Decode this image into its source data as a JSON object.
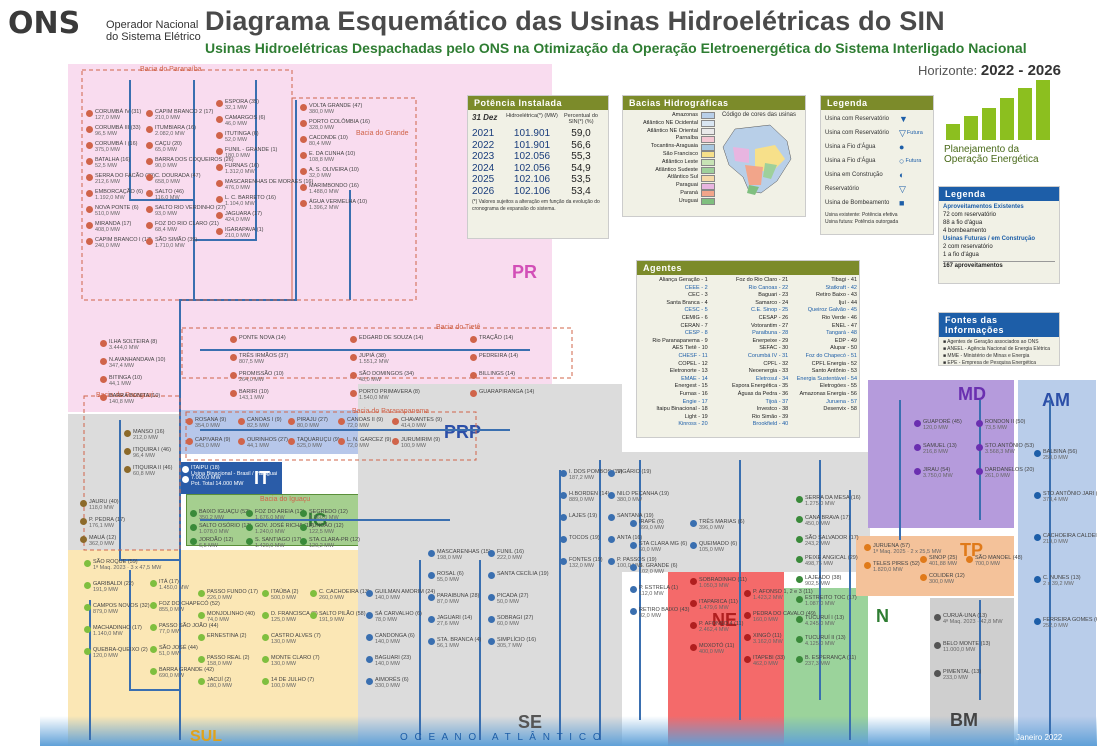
{
  "header": {
    "logo": "ONS",
    "org_line1": "Operador Nacional",
    "org_line2": "do Sistema Elétrico",
    "title": "Diagrama Esquemático das Usinas Hidroelétricas do SIN",
    "subtitle": "Usinas Hidroelétricas Despachadas pelo ONS na Otimização da Operação Eletroenergética do Sistema Interligado Nacional",
    "horizon_label": "Horizonte:",
    "horizon_value": "2022 - 2026"
  },
  "planning_logo": {
    "line1": "Planejamento da",
    "line2": "Operação Energética"
  },
  "potencia": {
    "title": "Potência Instalada",
    "col1": "31 Dez",
    "col2": "Hidroelétrica(*) (MW)",
    "col3": "Percentual do SIN(*) (%)",
    "rows": [
      {
        "year": "2021",
        "mw": "101.901",
        "pct": "59,0"
      },
      {
        "year": "2022",
        "mw": "101.901",
        "pct": "56,6"
      },
      {
        "year": "2023",
        "mw": "102.056",
        "pct": "55,3"
      },
      {
        "year": "2024",
        "mw": "102.056",
        "pct": "54,9"
      },
      {
        "year": "2025",
        "mw": "102.106",
        "pct": "53,5"
      },
      {
        "year": "2026",
        "mw": "102.106",
        "pct": "53,4"
      }
    ],
    "note": "(*) Valores sujeitos a alteração em função da evolução do cronograma de expansão do sistema."
  },
  "bacias": {
    "title": "Bacias Hidrográficas",
    "map_caption": "Código de cores das usinas",
    "items": [
      {
        "name": "Amazonas",
        "color": "#b8cfe8"
      },
      {
        "name": "Atlântico NE Ocidental",
        "color": "#d9e6f2"
      },
      {
        "name": "Atlântico NE Oriental",
        "color": "#eaeaea"
      },
      {
        "name": "Parnaíba",
        "color": "#f4c7d3"
      },
      {
        "name": "Tocantins-Araguaia",
        "color": "#a9c8e0"
      },
      {
        "name": "São Francisco",
        "color": "#f7e08a"
      },
      {
        "name": "Atlântico Leste",
        "color": "#c7e3b5"
      },
      {
        "name": "Atlântico Sudeste",
        "color": "#9ed09a"
      },
      {
        "name": "Atlântico Sul",
        "color": "#f5d9a8"
      },
      {
        "name": "Paraguai",
        "color": "#e8b5e0"
      },
      {
        "name": "Paraná",
        "color": "#f2a58a"
      },
      {
        "name": "Uruguai",
        "color": "#7fbf7f"
      }
    ]
  },
  "legenda1": {
    "title": "Legenda",
    "items": [
      {
        "label": "Usina com Reservatório",
        "extra": ""
      },
      {
        "label": "Usina com Reservatório",
        "extra": "Futura"
      },
      {
        "label": "Usina a Fio d'Água",
        "extra": ""
      },
      {
        "label": "Usina a Fio d'Água",
        "extra": "Futura"
      },
      {
        "label": "Usina em Construção",
        "extra": ""
      },
      {
        "label": "Reservatório",
        "extra": ""
      },
      {
        "label": "Usina de Bombeamento",
        "extra": ""
      }
    ],
    "foot1": "Usina existente: Potência efetiva",
    "foot2": "Usina futura:    Potência outorgada"
  },
  "legenda2": {
    "title": "Legenda",
    "h1": "Aproveitamentos Existentes",
    "l1": "72  com reservatório",
    "l2": "88  a fio d'água",
    "l3": "4  bombeamento",
    "h2": "Usinas Futuras / em Construção",
    "l4": "2  com reservatório",
    "l5": "1  a fio d'água",
    "total": "167  aproveitamentos"
  },
  "fontes": {
    "title": "Fontes das Informações",
    "items": [
      "Agentes de Geração associados ao ONS",
      "ANEEL - Agência Nacional de Energia Elétrica",
      "MME - Ministério de Minas e Energia",
      "EPE - Empresa de Pesquisa Energética"
    ]
  },
  "agentes": {
    "title": "Agentes",
    "col1": [
      "Aliança Geração - 1",
      "CEEE - 2",
      "CEC - 3",
      "Santa Branca - 4",
      "CESC - 5",
      "CEMIG - 6",
      "CERAN - 7",
      "CESP - 8",
      "Rio Paranapanema - 9",
      "AES Tietê - 10",
      "CHESF - 11",
      "COPEL - 12",
      "Eletronorte - 13",
      "EMAE - 14",
      "Energest - 15",
      "Furnas - 16",
      "Engie - 17",
      "Itaipu Binacional - 18",
      "Light - 19",
      "Kinross - 20"
    ],
    "col2": [
      "Foz do Rio Claro - 21",
      "Rio Canoas - 22",
      "Baguari - 23",
      "Samarco - 24",
      "C.E. Sinop - 25",
      "CESAP - 26",
      "Votorantim - 27",
      "Paraibuna - 28",
      "Enerpeixe - 29",
      "SEFAC - 30",
      "Corumbá IV - 31",
      "CPFL - 32",
      "Neoenergia - 33",
      "Eletrosul - 34",
      "Espora Energética - 35",
      "Águas da Pedra - 36",
      "Tijoá - 37",
      "Investco - 38",
      "Rio Simão - 39",
      "Brookfield - 40"
    ],
    "col3": [
      "Tibagi - 41",
      "Statkraft - 42",
      "Retiro Baixo - 43",
      "Ijuí - 44",
      "Queiroz Galvão - 45",
      "Rio Verde - 46",
      "ENEL - 47",
      "Tangará - 48",
      "EDP - 49",
      "Alupar - 50",
      "Foz do Chapecó - 51",
      "CPFL Energia - 52",
      "Santo Antônio - 53",
      "Energia Sustentável - 54",
      "Eletrogóes - 55",
      "Amazonas Energia - 56",
      "Juruena - 57",
      "Desenvix - 58"
    ]
  },
  "regions": {
    "PR": "PR",
    "PRP": "PRP",
    "IT": "IT",
    "IG": "IG",
    "MD": "MD",
    "AM": "AM",
    "TP": "TP",
    "NE": "NE",
    "N": "N",
    "SE": "SE",
    "SUL": "SUL",
    "BM": "BM"
  },
  "basins": {
    "paranaiba": "Bacia do Paranaíba",
    "grande": "Bacia do Grande",
    "tiete": "Bacia do Tietê",
    "paraguai": "Bacia do Paraguai",
    "paranapanema": "Bacia do Paranapanema",
    "iguacu": "Bacia do Iguaçu"
  },
  "plants_pr": [
    {
      "n": "CORUMBÁ IV (31)",
      "p": "127,0 MW"
    },
    {
      "n": "CORUMBÁ III (33)",
      "p": "96,5 MW"
    },
    {
      "n": "CORUMBÁ I (16)",
      "p": "375,0 MW"
    },
    {
      "n": "BATALHA (16)",
      "p": "52,5 MW"
    },
    {
      "n": "SERRA DO FACÃO (30)",
      "p": "212,6 MW"
    },
    {
      "n": "EMBORCAÇÃO (6)",
      "p": "1.192,0 MW"
    },
    {
      "n": "NOVA PONTE (6)",
      "p": "510,0 MW"
    },
    {
      "n": "MIRANDA (17)",
      "p": "408,0 MW"
    },
    {
      "n": "CAPIM BRANCO I (17)",
      "p": "240,0 MW"
    },
    {
      "n": "CAPIM BRANCO 2 (17)",
      "p": "210,0 MW"
    },
    {
      "n": "ITUMBIARA (16)",
      "p": "2.082,0 MW"
    },
    {
      "n": "CAÇU (20)",
      "p": "65,0 MW"
    },
    {
      "n": "BARRA DOS COQUEIROS (26)",
      "p": "90,0 MW"
    },
    {
      "n": "C. DOURADA (47)",
      "p": "658,0 MW"
    },
    {
      "n": "SALTO (46)",
      "p": "116,0 MW"
    },
    {
      "n": "SALTO RIO VERDINHO (27)",
      "p": "93,0 MW"
    },
    {
      "n": "FOZ DO RIO CLARO (21)",
      "p": "68,4 MW"
    },
    {
      "n": "SÃO SIMÃO (39)",
      "p": "1.710,0 MW"
    },
    {
      "n": "ESPORA (35)",
      "p": "32,1 MW"
    },
    {
      "n": "CAMARGOS (6)",
      "p": "46,0 MW"
    },
    {
      "n": "ITUTINGA (6)",
      "p": "52,0 MW"
    },
    {
      "n": "FUNIL - GRANDE (1)",
      "p": "180,0 MW"
    },
    {
      "n": "FURNAS (16)",
      "p": "1.312,0 MW"
    },
    {
      "n": "MASCARENHAS DE MORAES (16)",
      "p": "476,0 MW"
    },
    {
      "n": "L. C. BARRETO (16)",
      "p": "1.104,0 MW"
    },
    {
      "n": "JAGUARA (17)",
      "p": "424,0 MW"
    },
    {
      "n": "IGARAPAVA (1)",
      "p": "210,0 MW"
    },
    {
      "n": "VOLTA GRANDE (47)",
      "p": "380,0 MW"
    },
    {
      "n": "PORTO COLÔMBIA (16)",
      "p": "328,0 MW"
    },
    {
      "n": "CACONDE (10)",
      "p": "80,4 MW"
    },
    {
      "n": "E. DA CUNHA (10)",
      "p": "108,8 MW"
    },
    {
      "n": "A. S. OLIVEIRA (10)",
      "p": "32,0 MW"
    },
    {
      "n": "MARIMBONDO (16)",
      "p": "1.488,0 MW"
    },
    {
      "n": "ÁGUA VERMELHA (10)",
      "p": "1.396,2 MW"
    }
  ],
  "plants_tiete": [
    {
      "n": "ILHA SOLTEIRA (8)",
      "p": "3.444,0 MW"
    },
    {
      "n": "N.AVANHANDAVA (10)",
      "p": "347,4 MW"
    },
    {
      "n": "BITINGA (10)",
      "p": "44,1 MW"
    },
    {
      "n": "BARRA BONITA (10)",
      "p": "140,8 MW"
    },
    {
      "n": "PONTE NOVA (14)",
      "p": ""
    },
    {
      "n": "TRÊS IRMÃOS (37)",
      "p": "807,5 MW"
    },
    {
      "n": "PROMISSÃO (10)",
      "p": "264,0 MW"
    },
    {
      "n": "BARIRI (10)",
      "p": "143,1 MW"
    },
    {
      "n": "EDGARD DE SOUZA (14)",
      "p": ""
    },
    {
      "n": "JUPIÁ (38)",
      "p": "1.551,2 MW"
    },
    {
      "n": "SÃO DOMINGOS (34)",
      "p": "48,0 MW"
    },
    {
      "n": "PORTO PRIMAVERA (8)",
      "p": "1.540,0 MW"
    },
    {
      "n": "TRAÇÃO (14)",
      "p": ""
    },
    {
      "n": "PEDREIRA (14)",
      "p": ""
    },
    {
      "n": "BILLINGS (14)",
      "p": ""
    },
    {
      "n": "GUARAPIRANGA (14)",
      "p": ""
    }
  ],
  "plants_prp": [
    {
      "n": "ROSANA (9)",
      "p": "354,0 MW"
    },
    {
      "n": "CAPIVARA (9)",
      "p": "643,0 MW"
    },
    {
      "n": "CANOAS I (9)",
      "p": "82,5 MW"
    },
    {
      "n": "OURINHOS (27)",
      "p": "44,1 MW"
    },
    {
      "n": "PIRAJU (27)",
      "p": "80,0 MW"
    },
    {
      "n": "TAQUARUÇU (9)",
      "p": "525,0 MW"
    },
    {
      "n": "CANOAS II (9)",
      "p": "72,0 MW"
    },
    {
      "n": "L. N. GARCEZ (9)",
      "p": "72,0 MW"
    },
    {
      "n": "CHAVANTES (9)",
      "p": "414,0 MW"
    },
    {
      "n": "JURUMIRIM (9)",
      "p": "100,9 MW"
    }
  ],
  "plants_it": [
    {
      "n": "ITAIPU (18)",
      "p": "Usina Binacional - Brasil / Paraguai"
    },
    {
      "n": "7.000,0 MW",
      "p": "Pot. Total 14.000 MW"
    }
  ],
  "plants_ig": [
    {
      "n": "BAIXO IGUAÇU (52)",
      "p": "350,2 MW"
    },
    {
      "n": "SALTO OSÓRIO (17)",
      "p": "1.078,0 MW"
    },
    {
      "n": "JORDÃO (12)",
      "p": "6,5 MW"
    },
    {
      "n": "FOZ DO AREIA (12)",
      "p": "1.676,0 MW"
    },
    {
      "n": "GOV. JOSÉ RICHA (12)",
      "p": "1.240,0 MW"
    },
    {
      "n": "S. SANTIAGO (17)",
      "p": "1.420,0 MW"
    },
    {
      "n": "SEGREDO (12)",
      "p": "1.260,0 MW"
    },
    {
      "n": "FUNDÃO (12)",
      "p": "122,5 MW"
    },
    {
      "n": "STA.CLARA-PR (12)",
      "p": "120,2 MW"
    }
  ],
  "plants_paraguai": [
    {
      "n": "MANSO (16)",
      "p": "212,0 MW"
    },
    {
      "n": "ITIQUIRA I (46)",
      "p": "96,4 MW"
    },
    {
      "n": "ITIQUIRA II (46)",
      "p": "60,8 MW"
    },
    {
      "n": "JAURU (40)",
      "p": "118,0 MW"
    },
    {
      "n": "P. PEDRA (17)",
      "p": "176,1 MW"
    },
    {
      "n": "MAUÁ (12)",
      "p": "362,0 MW"
    }
  ],
  "plants_sul": [
    {
      "n": "SÃO ROQUE (59)",
      "p": "1ª Maq. 2023 · 3 x 47,5 MW"
    },
    {
      "n": "GARIBALDI (22)",
      "p": "191,9 MW"
    },
    {
      "n": "CAMPOS NOVOS (32)",
      "p": "879,0 MW"
    },
    {
      "n": "MACHADINHO (17)",
      "p": "1.140,0 MW"
    },
    {
      "n": "QUEBRA-QUEIXO (2)",
      "p": "120,0 MW"
    },
    {
      "n": "ITÁ (17)",
      "p": "1.450,0 MW"
    },
    {
      "n": "FOZ DO CHAPECÓ (52)",
      "p": "855,0 MW"
    },
    {
      "n": "PASSO SÃO JOÃO (44)",
      "p": "77,0 MW"
    },
    {
      "n": "SÃO JOSÉ (44)",
      "p": "51,0 MW"
    },
    {
      "n": "BARRA GRANDE (42)",
      "p": "690,0 MW"
    },
    {
      "n": "PASSO FUNDO (17)",
      "p": "226,0 MW"
    },
    {
      "n": "MONJOLINHO (40)",
      "p": "74,0 MW"
    },
    {
      "n": "ERNESTINA (2)",
      "p": ""
    },
    {
      "n": "PASSO REAL (2)",
      "p": "158,0 MW"
    },
    {
      "n": "JACUÍ (2)",
      "p": "180,0 MW"
    },
    {
      "n": "ITAÚBA (2)",
      "p": "500,0 MW"
    },
    {
      "n": "D. FRANCISCA (3)",
      "p": "125,0 MW"
    },
    {
      "n": "CASTRO ALVES (7)",
      "p": "130,0 MW"
    },
    {
      "n": "MONTE CLARO (7)",
      "p": "130,0 MW"
    },
    {
      "n": "14 DE JULHO (7)",
      "p": "100,0 MW"
    },
    {
      "n": "C. CACHOEIRA (13)",
      "p": "260,0 MW"
    },
    {
      "n": "SALTO PILÃO (58)",
      "p": "191,9 MW"
    }
  ],
  "plants_se": [
    {
      "n": "GUILMAN AMORIM (24)",
      "p": "140,0 MW"
    },
    {
      "n": "SÁ CARVALHO (6)",
      "p": "78,0 MW"
    },
    {
      "n": "CANDONGA (6)",
      "p": "140,0 MW"
    },
    {
      "n": "BAGUARI (23)",
      "p": "140,0 MW"
    },
    {
      "n": "AIMORÉS (6)",
      "p": "330,0 MW"
    },
    {
      "n": "MASCARENHAS (15)",
      "p": "198,0 MW"
    },
    {
      "n": "ROSAL (6)",
      "p": "55,0 MW"
    },
    {
      "n": "PARAIBUNA (28)",
      "p": "87,0 MW"
    },
    {
      "n": "JAGUARI (14)",
      "p": "27,6 MW"
    },
    {
      "n": "STA. BRANCA (4)",
      "p": "56,1 MW"
    },
    {
      "n": "FUNIL (16)",
      "p": "222,0 MW"
    },
    {
      "n": "SANTA CECÍLIA (19)",
      "p": ""
    },
    {
      "n": "PICADA (27)",
      "p": "50,0 MW"
    },
    {
      "n": "SOBRAGI (27)",
      "p": "60,0 MW"
    },
    {
      "n": "SIMPLÍCIO (16)",
      "p": "305,7 MW"
    },
    {
      "n": "I. DOS POMBOS (19)",
      "p": "187,2 MW"
    },
    {
      "n": "H.BORDEN (14)",
      "p": "889,0 MW"
    },
    {
      "n": "LAJES (19)",
      "p": ""
    },
    {
      "n": "TOCOS (19)",
      "p": ""
    },
    {
      "n": "FONTES (19)",
      "p": "132,0 MW"
    },
    {
      "n": "VIGÁRIO (19)",
      "p": ""
    },
    {
      "n": "NILO PEÇANHA (19)",
      "p": "380,0 MW"
    },
    {
      "n": "SANTANA (19)",
      "p": ""
    },
    {
      "n": "ANTA (16)",
      "p": ""
    },
    {
      "n": "P. PASSOS (19)",
      "p": "100,0 MW"
    },
    {
      "n": "IRAPÉ (6)",
      "p": "399,0 MW"
    },
    {
      "n": "STA CLARA MG (6)",
      "p": "60,0 MW"
    },
    {
      "n": "S. GRANDE (6)",
      "p": "102,0 MW"
    },
    {
      "n": "P. ESTRELA (1)",
      "p": "112,0 MW"
    },
    {
      "n": "RETIRO BAIXO (43)",
      "p": "82,0 MW"
    },
    {
      "n": "TRÊS MARIAS (6)",
      "p": "396,0 MW"
    },
    {
      "n": "QUEIMADO (6)",
      "p": "105,0 MW"
    }
  ],
  "plants_ne": [
    {
      "n": "SOBRADINHO (11)",
      "p": "1.050,3 MW"
    },
    {
      "n": "ITAPARICA (11)",
      "p": "1.479,6 MW"
    },
    {
      "n": "P. AFONSO 4 (11)",
      "p": "2.462,4 MW"
    },
    {
      "n": "MOXOTÓ (11)",
      "p": "400,0 MW"
    },
    {
      "n": "P. AFONSO 1, 2 e 3 (11)",
      "p": "1.423,2 MW"
    },
    {
      "n": "PEDRA DO CAVALO (49)",
      "p": "160,0 MW"
    },
    {
      "n": "XINGÓ (11)",
      "p": "3.162,0 MW"
    },
    {
      "n": "ITAPEBI (33)",
      "p": "462,0 MW"
    }
  ],
  "plants_n": [
    {
      "n": "SERRA DA MESA (16)",
      "p": "1.275,0 MW"
    },
    {
      "n": "CANA BRAVA (17)",
      "p": "450,0 MW"
    },
    {
      "n": "SÃO SALVADOR (17)",
      "p": "243,2 MW"
    },
    {
      "n": "PEIXE ANGICAL (29)",
      "p": "498,75 MW"
    },
    {
      "n": "LAJEADO (38)",
      "p": "902,5 MW"
    },
    {
      "n": "ESTREITO TOC (17)",
      "p": "1.087,0 MW"
    },
    {
      "n": "TUCURUÍ I (13)",
      "p": "4.245,0 MW"
    },
    {
      "n": "TUCURUÍ II (13)",
      "p": "4.125,0 MW"
    },
    {
      "n": "B. ESPERANÇA (11)",
      "p": "237,3 MW"
    }
  ],
  "plants_md": [
    {
      "n": "GUAPORÉ (45)",
      "p": "120,0 MW"
    },
    {
      "n": "SAMUEL (13)",
      "p": "216,8 MW"
    },
    {
      "n": "JIRAU (54)",
      "p": "3.750,0 MW"
    },
    {
      "n": "RONDON II (50)",
      "p": "73,5 MW"
    },
    {
      "n": "STO.ANTÔNIO (53)",
      "p": "3.568,3 MW"
    },
    {
      "n": "DARDANELOS (20)",
      "p": "261,0 MW"
    }
  ],
  "plants_am": [
    {
      "n": "BALBINA (56)",
      "p": "250,0 MW"
    },
    {
      "n": "STO.ANTÔNIO JARI (49)",
      "p": "373,4 MW"
    },
    {
      "n": "CACHOEIRA CALDEIRÃO (26)",
      "p": "219,0 MW"
    },
    {
      "n": "C. NUNES (13)",
      "p": "2 x 39,2 MW"
    },
    {
      "n": "FERREIRA GOMES (61)",
      "p": "252,0 MW"
    }
  ],
  "plants_tp": [
    {
      "n": "JURUENA (57)",
      "p": "1ª Maq. 2025 · 2 x 25,5 MW"
    },
    {
      "n": "TELES PIRES (52)",
      "p": "1.820,0 MW"
    },
    {
      "n": "SINOP (25)",
      "p": "401,88 MW"
    },
    {
      "n": "COLIDER (12)",
      "p": "300,0 MW"
    },
    {
      "n": "SÃO MANOEL (48)",
      "p": "700,0 MW"
    }
  ],
  "plants_bm": [
    {
      "n": "CURUÁ-UNA (13)",
      "p": "4ª Maq. 2023 · 42,8 MW"
    },
    {
      "n": "BELO MONTE (13)",
      "p": "11.000,0 MW"
    },
    {
      "n": "PIMENTAL (13)",
      "p": "233,0 MW"
    }
  ],
  "footer": {
    "ocean": "O C E A N O   A T L Â N T I C O",
    "date": "Janeiro 2022"
  }
}
